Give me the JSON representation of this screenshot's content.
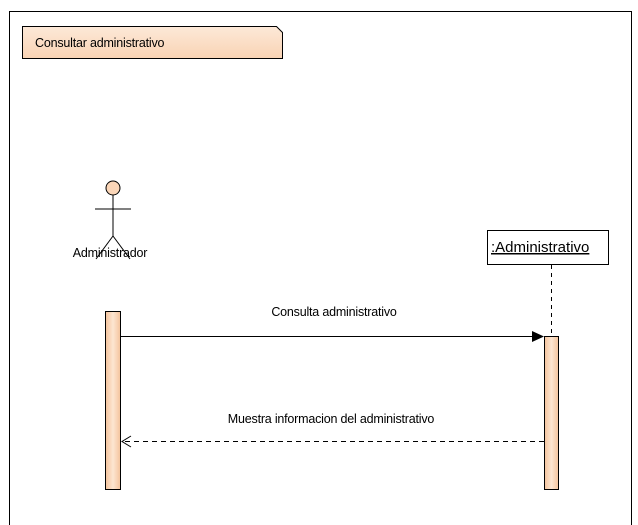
{
  "frame": {
    "title": "Consultar administrativo"
  },
  "actor": {
    "label": "Administrador",
    "icon": "stick-figure-icon"
  },
  "lifeline_object": {
    "label": ":Administrativo"
  },
  "messages": [
    {
      "label": "Consulta administrativo",
      "kind": "synchronous-call"
    },
    {
      "label": "Muestra informacion del administrativo",
      "kind": "return"
    }
  ],
  "colors": {
    "frame_tag_fill": "#fde0c8",
    "activation_fill": "#f7cfae",
    "line": "#000000"
  }
}
